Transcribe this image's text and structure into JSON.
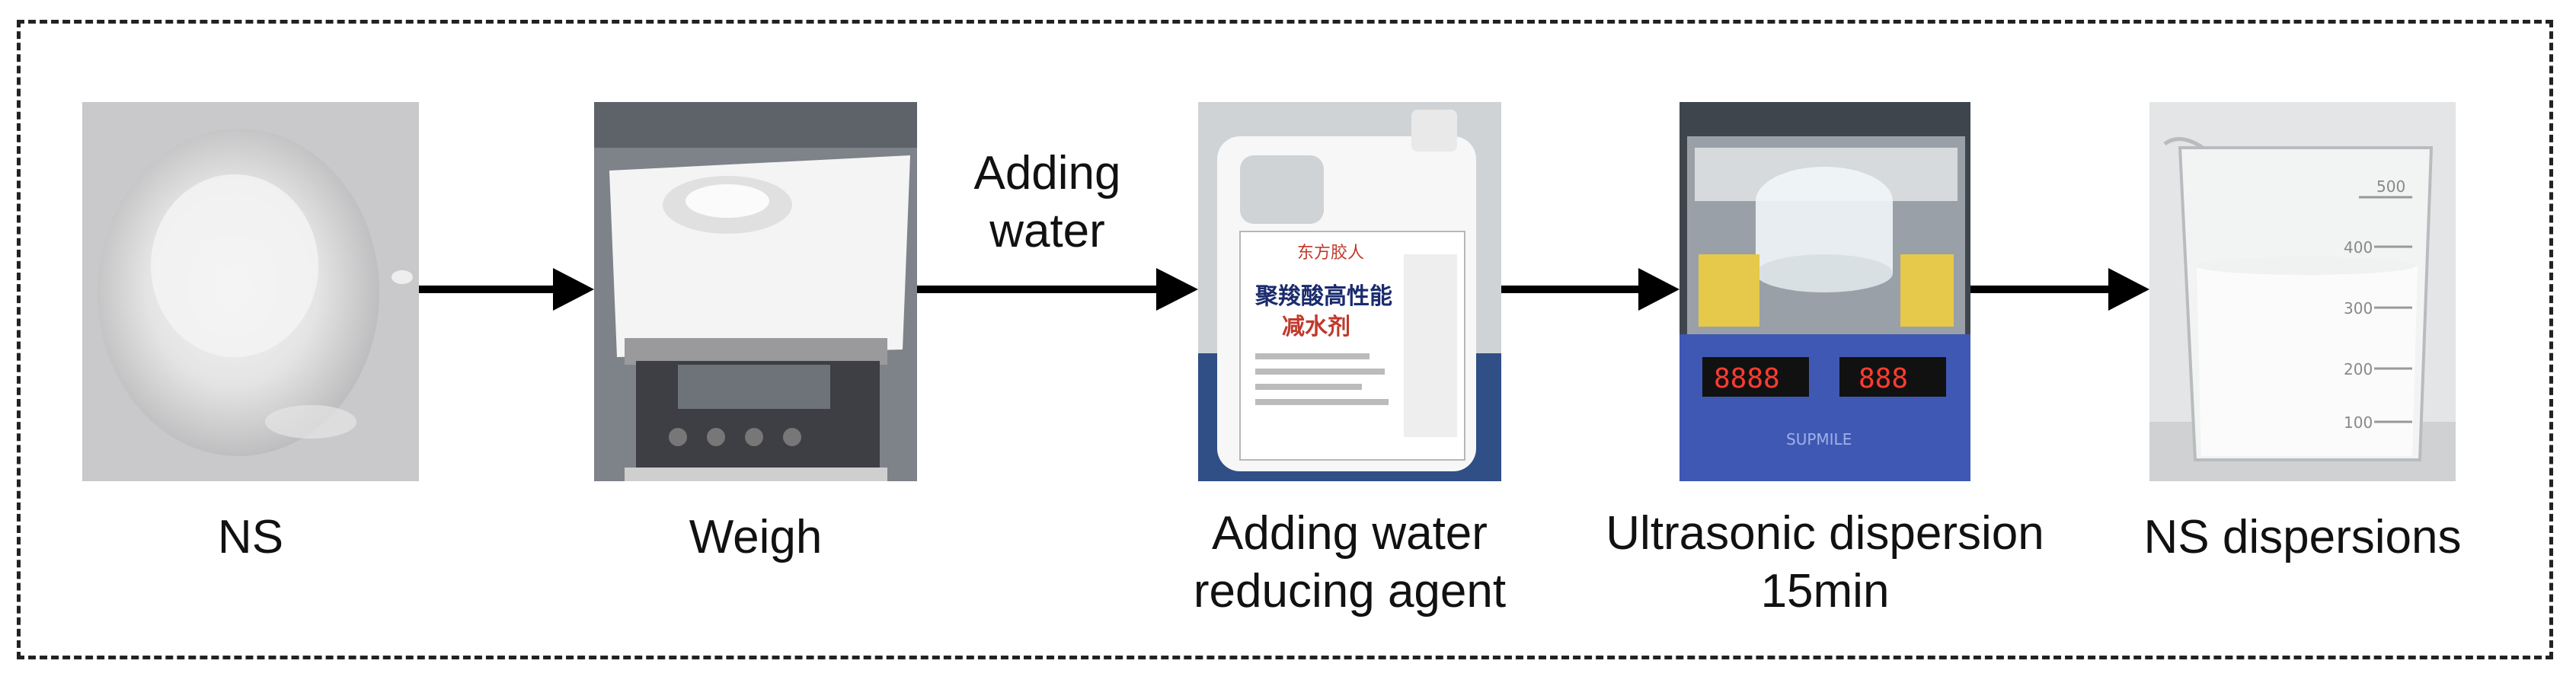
{
  "steps": [
    {
      "label": "NS",
      "image": "white-powder-photo"
    },
    {
      "label": "Weigh",
      "image": "digital-scale-photo"
    },
    {
      "label_line1": "Adding water",
      "label_line2": "reducing agent",
      "image": "admixture-jug-photo",
      "jug_text_brand": "东方胶人",
      "jug_text_title": "聚羧酸高性能",
      "jug_text_sub": "减水剂"
    },
    {
      "label_line1": "Ultrasonic dispersion",
      "label_line2": "15min",
      "image": "ultrasonic-bath-photo",
      "display_left": "8888",
      "display_right": "888",
      "brand": "SUPMILE"
    },
    {
      "label": "NS dispersions",
      "image": "beaker-dispersion-photo",
      "graduations": [
        "500",
        "400",
        "300",
        "200",
        "100"
      ]
    }
  ],
  "arrows": [
    {
      "label": ""
    },
    {
      "label_line1": "Adding",
      "label_line2": "water"
    },
    {
      "label": ""
    },
    {
      "label": ""
    }
  ],
  "colors": {
    "arrow": "#000000",
    "frame": "#222222"
  }
}
